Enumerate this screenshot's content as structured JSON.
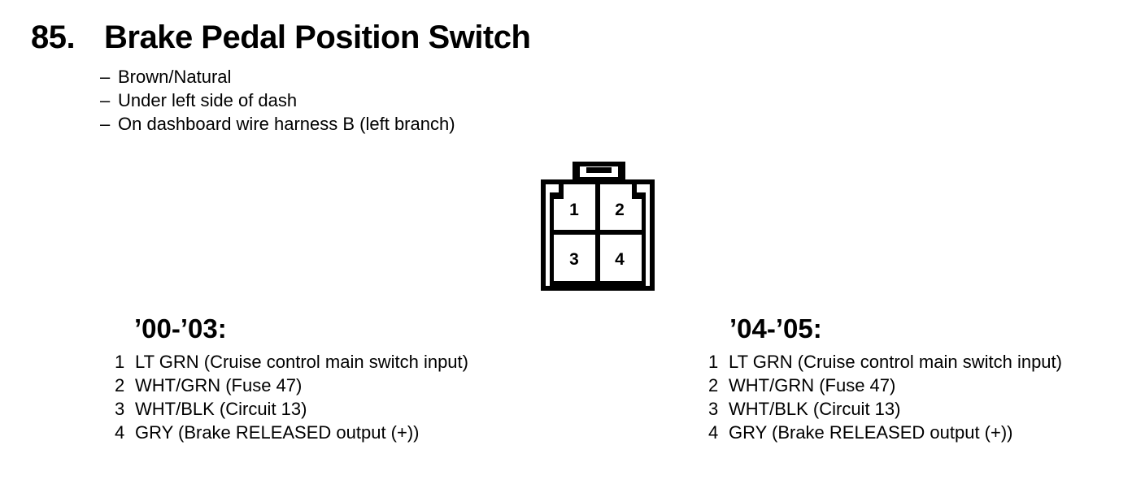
{
  "colors": {
    "text": "#000000",
    "background": "#ffffff"
  },
  "section": {
    "number": "85.",
    "title": "Brake Pedal Position Switch"
  },
  "bullets": {
    "dash": "–",
    "items": [
      "Brown/Natural",
      "Under left side of dash",
      "On dashboard wire harness B (left branch)"
    ]
  },
  "connector": {
    "pins": [
      "1",
      "2",
      "3",
      "4"
    ]
  },
  "columns": [
    {
      "header": "’00-’03:",
      "pins": [
        {
          "num": "1",
          "desc": "LT GRN (Cruise control main switch input)"
        },
        {
          "num": "2",
          "desc": "WHT/GRN (Fuse 47)"
        },
        {
          "num": "3",
          "desc": "WHT/BLK (Circuit 13)"
        },
        {
          "num": "4",
          "desc": "GRY (Brake RELEASED output (+))"
        }
      ]
    },
    {
      "header": "’04-’05:",
      "pins": [
        {
          "num": "1",
          "desc": "LT GRN (Cruise control main switch input)"
        },
        {
          "num": "2",
          "desc": "WHT/GRN (Fuse 47)"
        },
        {
          "num": "3",
          "desc": "WHT/BLK (Circuit 13)"
        },
        {
          "num": "4",
          "desc": "GRY (Brake RELEASED output (+))"
        }
      ]
    }
  ]
}
